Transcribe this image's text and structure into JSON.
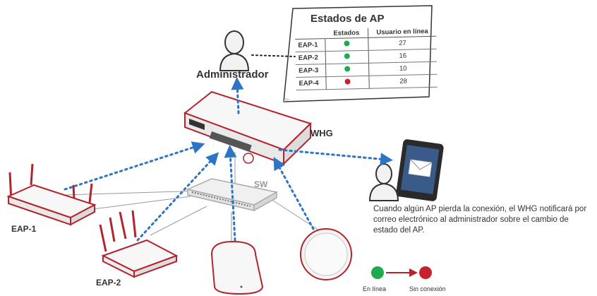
{
  "labels": {
    "admin": "Administrador",
    "whg": "WHG",
    "sw": "SW",
    "eap1": "EAP-1",
    "eap2": "EAP-2"
  },
  "status_doc": {
    "title": "Estados de AP",
    "headers": {
      "state": "Estados",
      "users": "Usuario en línea"
    },
    "rows": [
      {
        "ap": "EAP-1",
        "status": "online",
        "users": "27"
      },
      {
        "ap": "EAP-2",
        "status": "online",
        "users": "16"
      },
      {
        "ap": "EAP-3",
        "status": "online",
        "users": "10"
      },
      {
        "ap": "EAP-4",
        "status": "offline",
        "users": "28"
      }
    ]
  },
  "note": "Cuando algún AP pierda la conexión, el WHG notificará por correo electrónico al administrador sobre el cambio de estado del AP.",
  "legend": {
    "online": "En línea",
    "offline": "Sin conexión"
  },
  "colors": {
    "online": "#1faa4b",
    "offline": "#c8202c",
    "arrow": "#2e74c4",
    "device_red": "#b3242c",
    "line_gray": "#999999"
  }
}
